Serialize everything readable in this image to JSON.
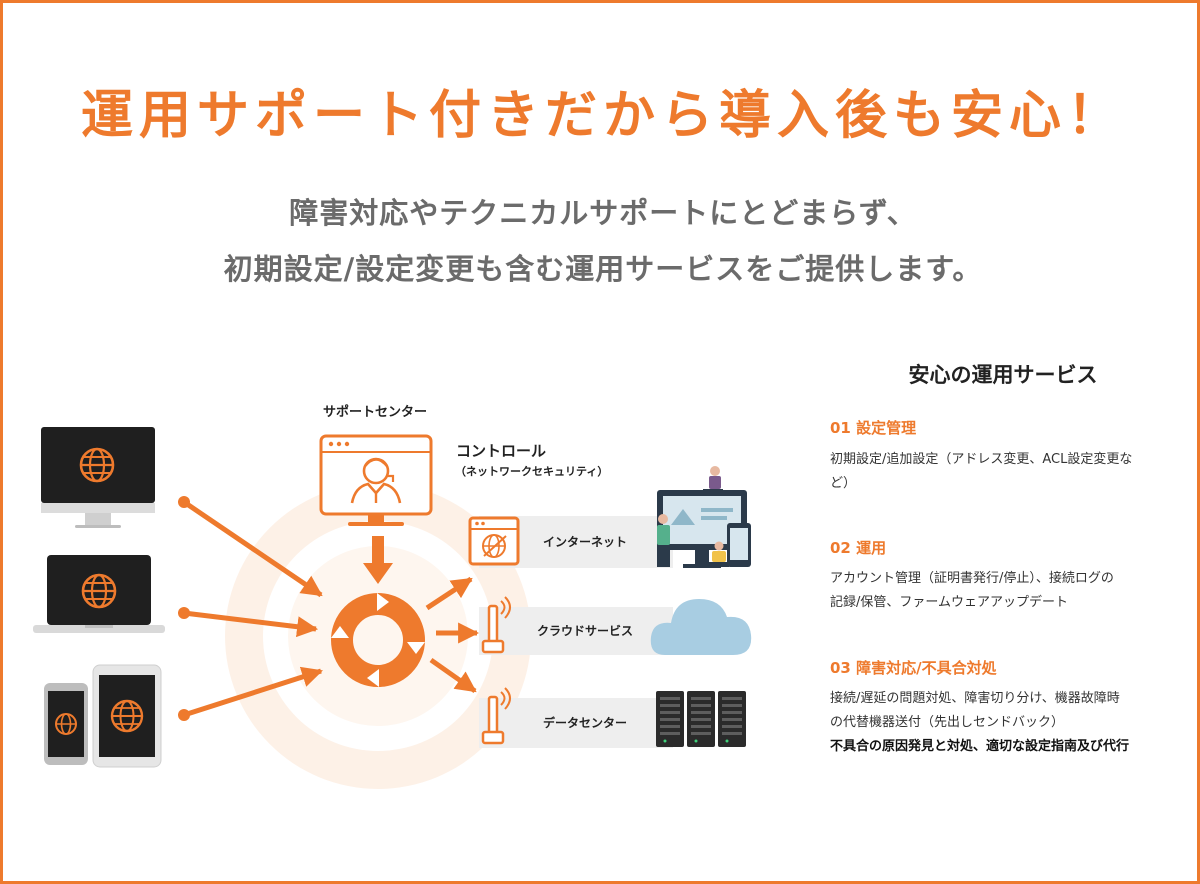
{
  "headline": "運用サポート付きだから導入後も安心！",
  "subtitle_lines": [
    "障害対応やテクニカルサポートにとどまらず、",
    "初期設定/設定変更も含む運用サービスをご提供します。"
  ],
  "diagram": {
    "support_center_label": "サポートセンター",
    "control_label": "コントロール",
    "control_sublabel": "（ネットワークセキュリティ）",
    "destinations": [
      {
        "label": "インターネット"
      },
      {
        "label": "クラウドサービス"
      },
      {
        "label": "データセンター"
      }
    ],
    "devices": [
      {
        "name": "desktop"
      },
      {
        "name": "laptop"
      },
      {
        "name": "smartphone"
      },
      {
        "name": "tablet"
      }
    ],
    "colors": {
      "accent": "#ee7a2d",
      "device_dark": "#1f1f1f",
      "band": "#eeeeee",
      "cloud": "#a8cde2"
    }
  },
  "panel": {
    "title": "安心の運用サービス",
    "sections": [
      {
        "heading": "01 設定管理",
        "lines": [
          "初期設定/追加設定（アドレス変更、ACL設定変更な",
          "ど）"
        ]
      },
      {
        "heading": "02 運用",
        "lines": [
          "アカウント管理（証明書発行/停止）、接続ログの",
          "記録/保管、ファームウェアアップデート"
        ]
      },
      {
        "heading": "03 障害対応/不具合対処",
        "lines": [
          "接続/遅延の問題対処、障害切り分け、機器故障時",
          "の代替機器送付（先出しセンドバック）"
        ],
        "strong_line": "不具合の原因発見と対処、適切な設定指南及び代行"
      }
    ]
  }
}
